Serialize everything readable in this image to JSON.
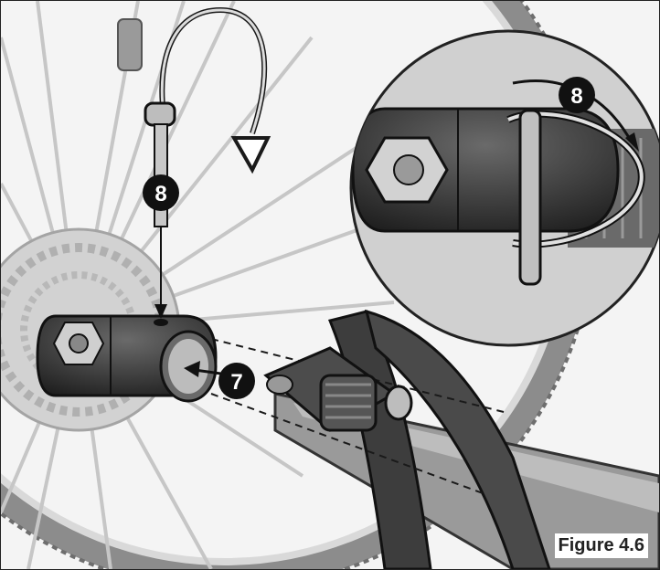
{
  "figure": {
    "caption": "Figure 4.6"
  },
  "callouts": [
    {
      "id": "pin-step",
      "label": "8"
    },
    {
      "id": "insert-step",
      "label": "7"
    },
    {
      "id": "inset-step",
      "label": "8"
    }
  ],
  "colors": {
    "ink": "#1a1a1a",
    "metal": "#3a3a3a",
    "tire": "#b9b9b9",
    "inset_bg": "#d0d0d0"
  }
}
